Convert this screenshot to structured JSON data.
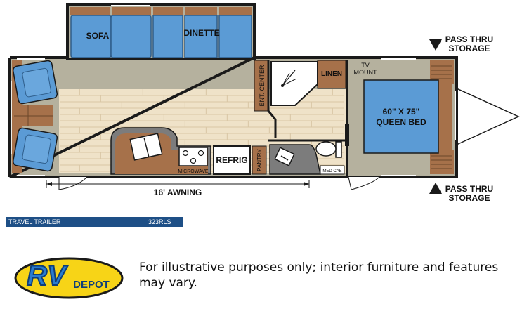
{
  "floorplan": {
    "labels": {
      "sofa": "SOFA",
      "dinette": "DINETTE",
      "ent_center": "ENT. CENTER",
      "linen": "LINEN",
      "tv_mount_1": "TV",
      "tv_mount_2": "MOUNT",
      "bed_1": "60\" X 75\"",
      "bed_2": "QUEEN BED",
      "refrig": "REFRIG",
      "pantry": "PANTRY",
      "microwave": "MICROWAVE",
      "med_cab": "MED CAB",
      "awning": "16' AWNING",
      "pass_thru_top_1": "PASS THRU",
      "pass_thru_top_2": "STORAGE",
      "pass_thru_bottom_1": "PASS THRU",
      "pass_thru_bottom_2": "STORAGE"
    },
    "colors": {
      "wall": "#1a1a1a",
      "floor_wood": "#efe2c8",
      "floor_plank_line": "#d8c6a4",
      "brown_cabinet": "#a6714a",
      "blue_furniture": "#5b9bd5",
      "gray_floor": "#b5b19e",
      "counter_gray": "#7c7c7c"
    }
  },
  "banner": {
    "type": "TRAVEL TRAILER",
    "model": "323RLS"
  },
  "logo": {
    "text_rv": "RV",
    "text_depot": "DEPOT"
  },
  "disclaimer": "For illustrative purposes only; interior furniture and features may vary."
}
